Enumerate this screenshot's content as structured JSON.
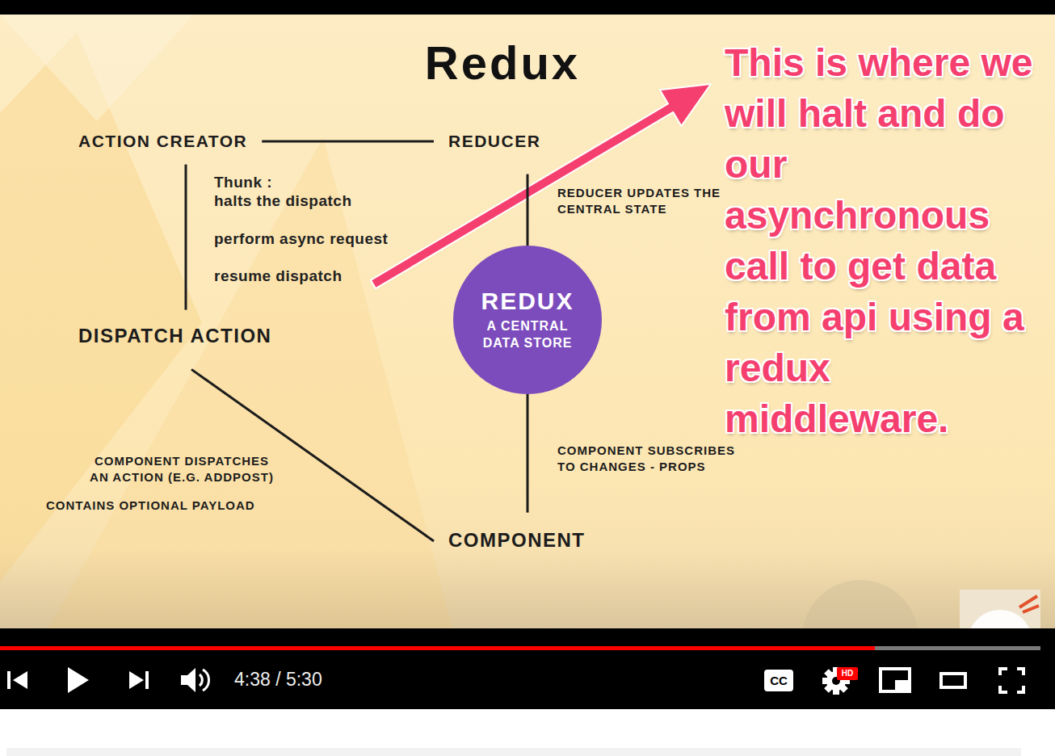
{
  "diagram": {
    "title": "Redux",
    "nodes": [
      {
        "text": [
          "ACTION CREATOR"
        ]
      },
      {
        "text": [
          "REDUCER"
        ]
      },
      {
        "text": [
          "REDUX",
          "A CENTRAL DATA STORE"
        ]
      },
      {
        "text": [
          "DISPATCH ACTION"
        ]
      },
      {
        "text": [
          "COMPONENT"
        ]
      }
    ],
    "edges": [
      {
        "from": 0,
        "to": 1,
        "arrow": "none"
      },
      {
        "from": 0,
        "to": 3,
        "arrow": "none"
      },
      {
        "from": 1,
        "to": 2,
        "arrow": "none"
      },
      {
        "from": 2,
        "to": 4,
        "arrow": "none"
      },
      {
        "from": 3,
        "to": 4,
        "arrow": "none"
      }
    ],
    "labels": [
      "Thunk :",
      "halts the dispatch",
      "perform async request",
      "resume dispatch",
      "REDUCER UPDATES THE CENTRAL STATE",
      "COMPONENT DISPATCHES AN ACTION (E.G. ADDPOST)",
      "CONTAINS OPTIONAL PAYLOAD",
      "COMPONENT SUBSCRIBES TO CHANGES - PROPS",
      "This is where we will halt and do our asynchronous call to get data from api using a redux middleware.",
      "4:38 / 5:30",
      "CC",
      "HD"
    ]
  }
}
